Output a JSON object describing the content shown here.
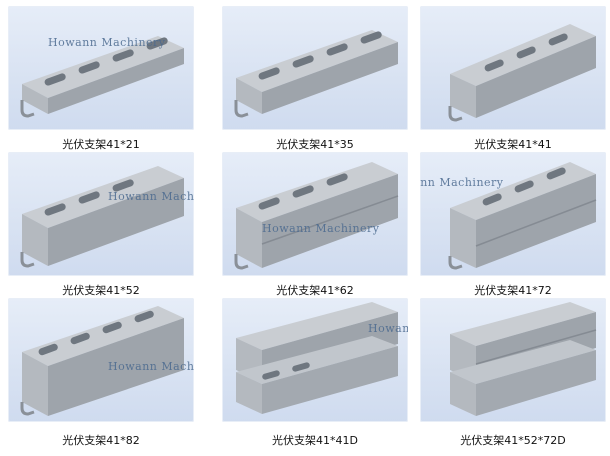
{
  "watermark": "Howann Machinery",
  "items": [
    {
      "label": "光伏支架41*21"
    },
    {
      "label": "光伏支架41*35"
    },
    {
      "label": "光伏支架41*41"
    },
    {
      "label": "光伏支架41*52"
    },
    {
      "label": "光伏支架41*62"
    },
    {
      "label": "光伏支架41*72"
    },
    {
      "label": "光伏支架41*82"
    },
    {
      "label": "光伏支架41*41D"
    },
    {
      "label": "光伏支架41*52*72D"
    }
  ]
}
